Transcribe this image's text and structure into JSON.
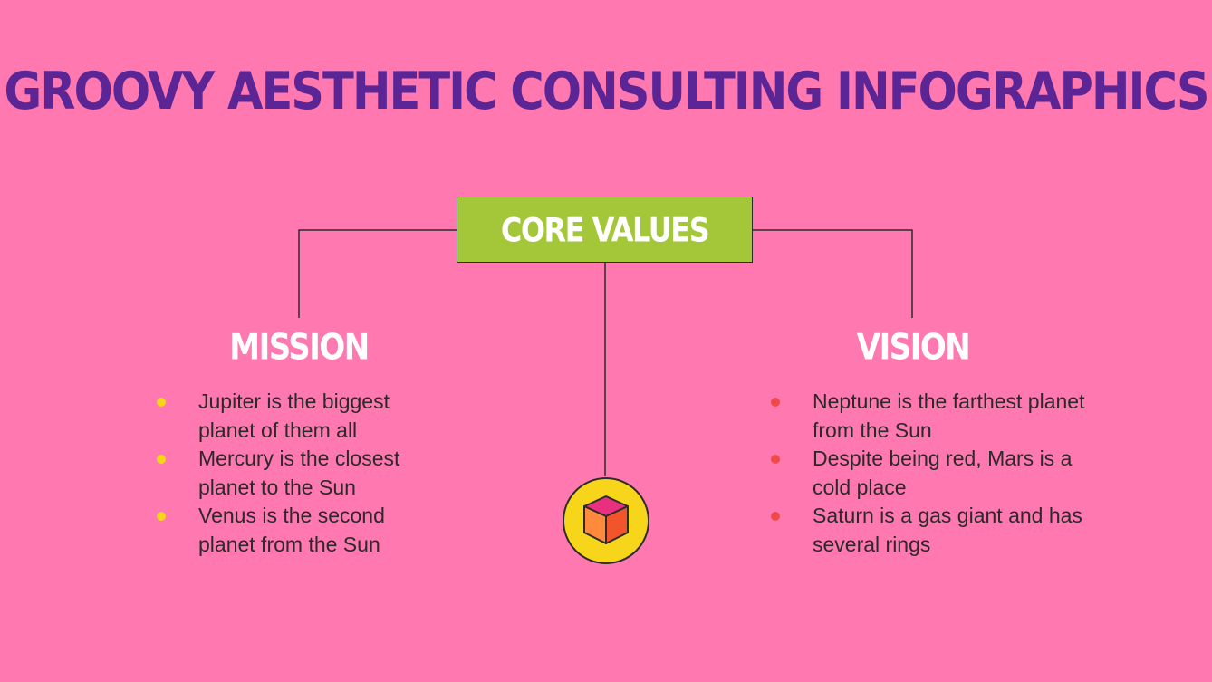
{
  "title": "GROOVY AESTHETIC CONSULTING INFOGRAPHICS",
  "core": {
    "label": "CORE VALUES",
    "icon": "cube-icon"
  },
  "mission": {
    "heading": "MISSION",
    "items": [
      "Jupiter is the biggest planet of them all",
      "Mercury is the closest planet to the Sun",
      "Venus is the second planet from the Sun"
    ]
  },
  "vision": {
    "heading": "VISION",
    "items": [
      "Neptune is the farthest planet from the Sun",
      "Despite being red, Mars is a cold place",
      "Saturn is a gas giant and has several rings"
    ]
  },
  "colors": {
    "background": "#ff78b0",
    "title": "#5b2595",
    "core_box": "#a4c639",
    "mission_bullet": "#f7d51b",
    "vision_bullet": "#ee4a4a",
    "icon_circle": "#f7d51b"
  }
}
